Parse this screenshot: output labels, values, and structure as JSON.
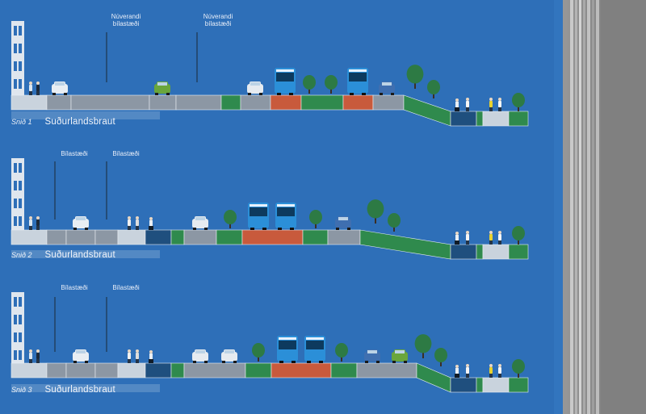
{
  "sections": [
    {
      "snid": "Snið 1",
      "street": "Suðurlandsbraut",
      "callouts": [
        "Núverandi\nbílastæði",
        "Núverandi\nbílastæði"
      ]
    },
    {
      "snid": "Snið 2",
      "street": "Suðurlandsbraut",
      "callouts": [
        "Bílastæði",
        "Bílastæði"
      ]
    },
    {
      "snid": "Snið 3",
      "street": "Suðurlandsbraut",
      "callouts": [
        "Bílastæði",
        "Bílastæði"
      ]
    }
  ],
  "colors": {
    "background": "#2e6fb8",
    "grey_lane": "#8c97a4",
    "green_strip": "#2f8a4d",
    "bus_lane": "#c85a3c",
    "bike_lane": "#1f4f7e",
    "bus": "#2b8fd8"
  }
}
